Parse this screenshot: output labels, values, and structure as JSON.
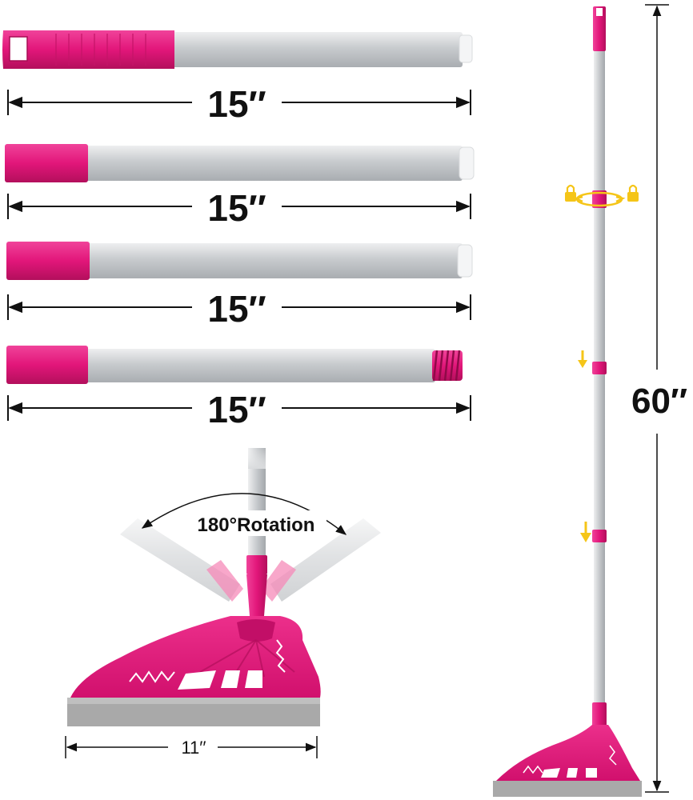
{
  "colors": {
    "pink": "#e8177a",
    "pink_dark": "#b80f5f",
    "pink_light": "#f58ab8",
    "silver": "#c9cbce",
    "silver_light": "#eceeef",
    "silver_dark": "#9ea2a6",
    "rubber": "#a9a9a9",
    "lock": "#f5c518",
    "ink": "#111111"
  },
  "segments": [
    {
      "label": "15′′",
      "part": "handle-top"
    },
    {
      "label": "15′′",
      "part": "middle-segment"
    },
    {
      "label": "15′′",
      "part": "middle-segment"
    },
    {
      "label": "15′′",
      "part": "threaded-segment"
    }
  ],
  "rotation_label": "180°Rotation",
  "head_width_label": "11′′",
  "total_length_label": "60′′",
  "icons": [
    "lock-icon",
    "arrow-down-icon",
    "rotate-arrow-icon"
  ]
}
